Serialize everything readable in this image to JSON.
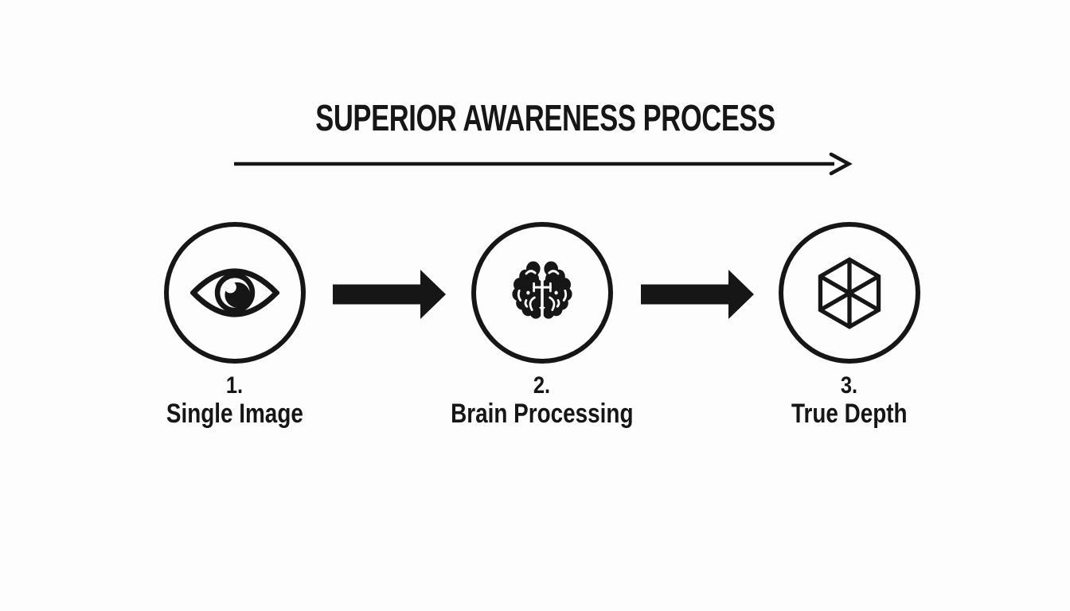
{
  "title": "SUPERIOR AWARENESS PROCESS",
  "colors": {
    "ink": "#161616",
    "background": "#fdfdfd"
  },
  "icons": {
    "direction": "long-right-arrow-icon",
    "between_steps": "thick-right-arrow-icon"
  },
  "steps": [
    {
      "number": "1.",
      "label": "Single Image",
      "icon": "eye-icon"
    },
    {
      "number": "2.",
      "label": "Brain Processing",
      "icon": "brain-icon"
    },
    {
      "number": "3.",
      "label": "True Depth",
      "icon": "cube-icon"
    }
  ]
}
